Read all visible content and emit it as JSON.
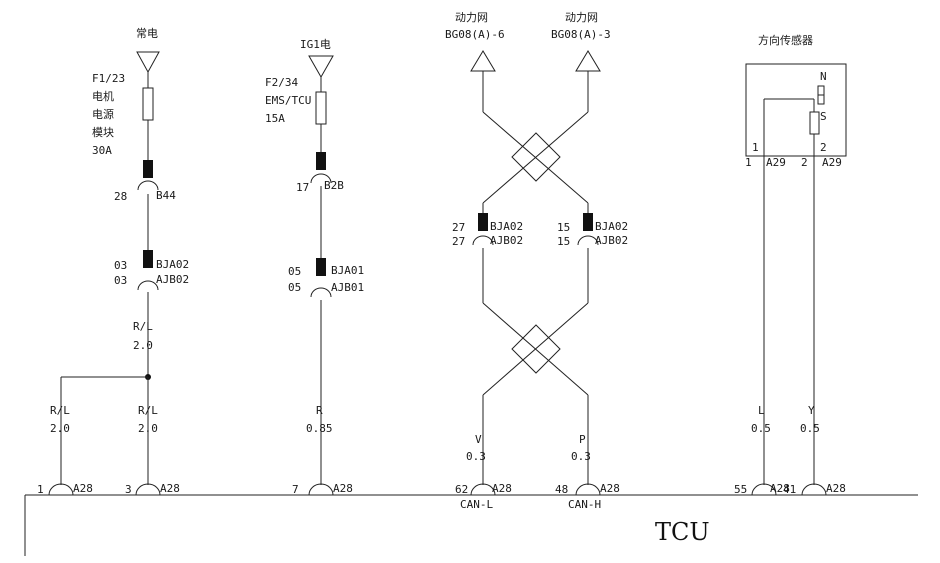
{
  "col1": {
    "source": "常电",
    "fuse": [
      "F1/23",
      "电机",
      "电源",
      "模块",
      "30A"
    ],
    "c1_pin": "28",
    "c1_name": "B44",
    "c2_pin_a": "03",
    "c2_name_a": "BJA02",
    "c2_pin_b": "03",
    "c2_name_b": "AJB02",
    "wire_color": "R/L",
    "wire_size": "2.0",
    "branch_left": {
      "color": "R/L",
      "size": "2.0",
      "pin": "1",
      "conn": "A28"
    },
    "branch_right": {
      "color": "R/L",
      "size": "2.0",
      "pin": "3",
      "conn": "A28"
    }
  },
  "col2": {
    "source": "IG1电",
    "fuse": [
      "F2/34",
      "EMS/TCU",
      "15A"
    ],
    "c1_pin": "17",
    "c1_name": "B2B",
    "c2_pin_a": "05",
    "c2_name_a": "BJA01",
    "c2_pin_b": "05",
    "c2_name_b": "AJB01",
    "wire_color": "R",
    "wire_size": "0.85",
    "pin": "7",
    "conn": "A28"
  },
  "col3": {
    "net_left_label": "动力网",
    "net_left_code": "BG08(A)-6",
    "net_right_label": "动力网",
    "net_right_code": "BG08(A)-3",
    "left_c_pin_a": "27",
    "left_c_name_a": "BJA02",
    "left_c_pin_b": "27",
    "left_c_name_b": "AJB02",
    "right_c_pin_a": "15",
    "right_c_name_a": "BJA02",
    "right_c_pin_b": "15",
    "right_c_name_b": "AJB02",
    "left_wire_color": "V",
    "left_wire_size": "0.3",
    "right_wire_color": "P",
    "right_wire_size": "0.3",
    "left_pin": "62",
    "left_conn": "A28",
    "left_signal": "CAN-L",
    "right_pin": "48",
    "right_conn": "A28",
    "right_signal": "CAN-H"
  },
  "col4": {
    "sensor_title": "方向传感器",
    "pole_n": "N",
    "pole_s": "S",
    "pin_left_top": "1",
    "pin_right_top": "2",
    "pin_left_bottom": "1",
    "conn_left": "A29",
    "pin_right_bottom": "2",
    "conn_right": "A29",
    "left_wire_color": "L",
    "left_wire_size": "0.5",
    "right_wire_color": "Y",
    "right_wire_size": "0.5",
    "left_pin": "55",
    "left_conn": "A28",
    "right_pin": "41",
    "right_conn": "A28"
  },
  "module_label": "TCU"
}
